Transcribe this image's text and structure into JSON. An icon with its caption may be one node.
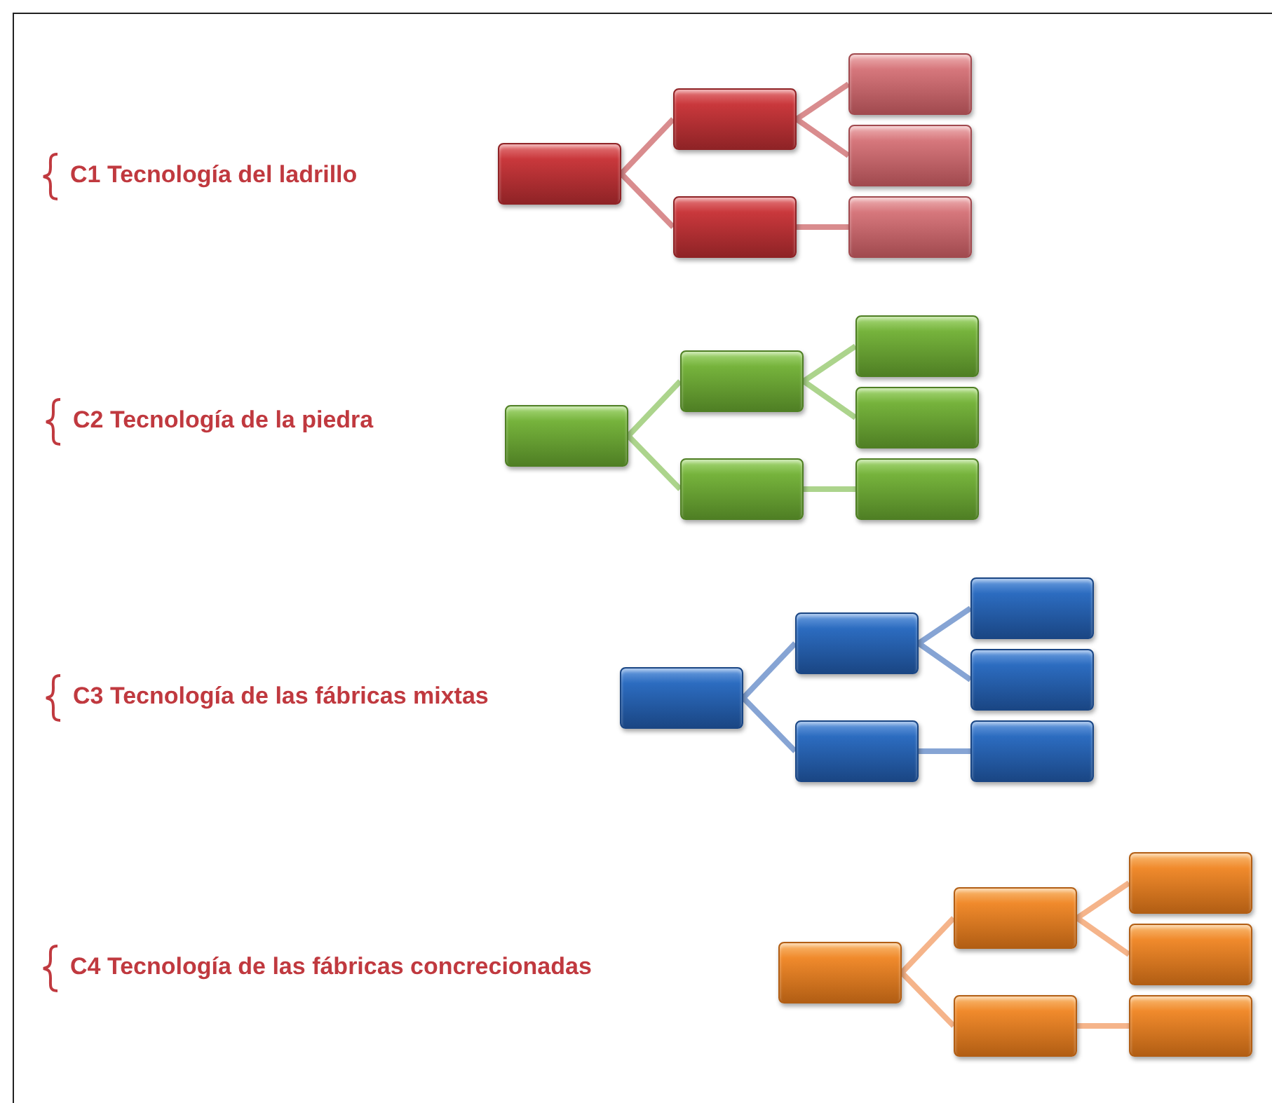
{
  "diagram": {
    "nodes": [
      {
        "text": [],
        "shape": "box"
      },
      {
        "text": [],
        "shape": "box"
      },
      {
        "text": [],
        "shape": "box"
      },
      {
        "text": [],
        "shape": "box"
      },
      {
        "text": [],
        "shape": "box"
      },
      {
        "text": [],
        "shape": "box"
      },
      {
        "text": [],
        "shape": "box"
      },
      {
        "text": [],
        "shape": "box"
      },
      {
        "text": [],
        "shape": "box"
      },
      {
        "text": [],
        "shape": "box"
      },
      {
        "text": [],
        "shape": "box"
      },
      {
        "text": [],
        "shape": "box"
      },
      {
        "text": [],
        "shape": "box"
      },
      {
        "text": [],
        "shape": "box"
      },
      {
        "text": [],
        "shape": "box"
      },
      {
        "text": [],
        "shape": "box"
      },
      {
        "text": [],
        "shape": "box"
      },
      {
        "text": [],
        "shape": "box"
      },
      {
        "text": [],
        "shape": "box"
      },
      {
        "text": [],
        "shape": "box"
      },
      {
        "text": [],
        "shape": "box"
      },
      {
        "text": [],
        "shape": "box"
      },
      {
        "text": [],
        "shape": "box"
      },
      {
        "text": [],
        "shape": "box"
      }
    ],
    "edges": [
      {
        "from": 0,
        "to": 1,
        "arrow": "none",
        "color": "#d98c8e"
      },
      {
        "from": 0,
        "to": 2,
        "arrow": "none",
        "color": "#d98c8e"
      },
      {
        "from": 1,
        "to": 3,
        "arrow": "none",
        "color": "#d98c8e"
      },
      {
        "from": 1,
        "to": 4,
        "arrow": "none",
        "color": "#d98c8e"
      },
      {
        "from": 2,
        "to": 5,
        "arrow": "none",
        "color": "#d98c8e"
      },
      {
        "from": 6,
        "to": 7,
        "arrow": "none",
        "color": "#acd48c"
      },
      {
        "from": 6,
        "to": 8,
        "arrow": "none",
        "color": "#acd48c"
      },
      {
        "from": 7,
        "to": 9,
        "arrow": "none",
        "color": "#acd48c"
      },
      {
        "from": 7,
        "to": 10,
        "arrow": "none",
        "color": "#acd48c"
      },
      {
        "from": 8,
        "to": 11,
        "arrow": "none",
        "color": "#acd48c"
      },
      {
        "from": 12,
        "to": 13,
        "arrow": "none",
        "color": "#86a4d4"
      },
      {
        "from": 12,
        "to": 14,
        "arrow": "none",
        "color": "#86a4d4"
      },
      {
        "from": 13,
        "to": 15,
        "arrow": "none",
        "color": "#86a4d4"
      },
      {
        "from": 13,
        "to": 16,
        "arrow": "none",
        "color": "#86a4d4"
      },
      {
        "from": 14,
        "to": 17,
        "arrow": "none",
        "color": "#86a4d4"
      },
      {
        "from": 18,
        "to": 19,
        "arrow": "none",
        "color": "#f5b48a"
      },
      {
        "from": 18,
        "to": 20,
        "arrow": "none",
        "color": "#f5b48a"
      },
      {
        "from": 19,
        "to": 21,
        "arrow": "none",
        "color": "#f5b48a"
      },
      {
        "from": 19,
        "to": 22,
        "arrow": "none",
        "color": "#f5b48a"
      },
      {
        "from": 20,
        "to": 23,
        "arrow": "none",
        "color": "#f5b48a"
      }
    ],
    "labels": [
      "C1 Tecnología del ladrillo",
      "C2 Tecnología de la piedra",
      "C3 Tecnología de las fábricas mixtas",
      "C4 Tecnología de las fábricas concrecionadas"
    ]
  }
}
